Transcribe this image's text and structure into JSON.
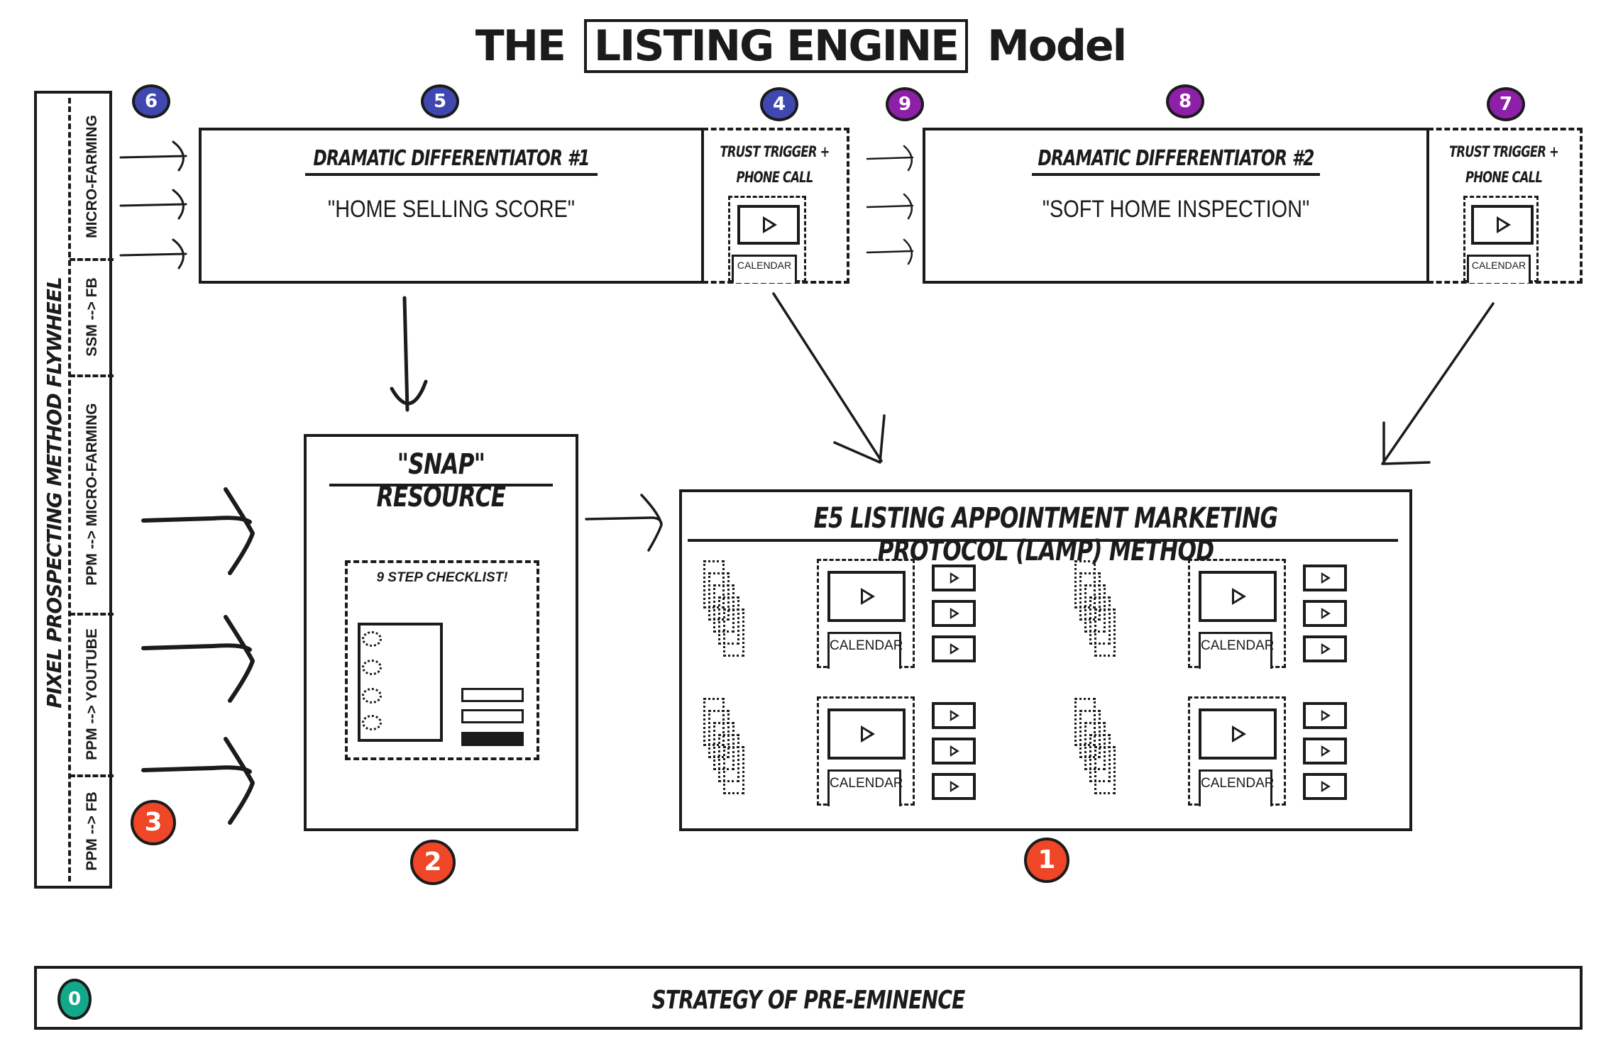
{
  "title": {
    "prefix": "THE",
    "boxed": "LISTING ENGINE",
    "suffix": "Model"
  },
  "colors": {
    "ink": "#1b1b1b",
    "badge_blue": "#3f48b0",
    "badge_purple": "#8e1fa8",
    "badge_red": "#ee4626",
    "badge_green": "#13a88a"
  },
  "flywheel": {
    "title": "PIXEL PROSPECTING METHOD FLYWHEEL",
    "segments": [
      {
        "label": "MICRO-FARMING"
      },
      {
        "label": "SSM --> FB"
      },
      {
        "label": "PPM --> MICRO-FARMING"
      },
      {
        "label": "PPM --> YOUTUBE"
      },
      {
        "label": "PPM --> FB"
      }
    ]
  },
  "badges": {
    "b0": "0",
    "b1": "1",
    "b2": "2",
    "b3": "3",
    "b4": "4",
    "b5": "5",
    "b6": "6",
    "b7": "7",
    "b8": "8",
    "b9": "9"
  },
  "differentiator1": {
    "heading": "DRAMATIC DIFFERENTIATOR #1",
    "body": "\"HOME SELLING SCORE\""
  },
  "differentiator2": {
    "heading": "DRAMATIC DIFFERENTIATOR #2",
    "body": "\"SOFT HOME INSPECTION\""
  },
  "trust1": {
    "line1": "TRUST TRIGGER +",
    "line2": "PHONE CALL",
    "video_icon": "play-icon",
    "calendar_label": "CALENDAR"
  },
  "trust2": {
    "line1": "TRUST TRIGGER +",
    "line2": "PHONE CALL",
    "video_icon": "play-icon",
    "calendar_label": "CALENDAR"
  },
  "snap": {
    "heading": "\"SNAP\" RESOURCE",
    "checklist_title": "9 STEP CHECKLIST!"
  },
  "lamp": {
    "heading": "E5 LISTING APPOINTMENT MARKETING PROTOCOL (LAMP) METHOD",
    "groups": [
      {
        "calendar_label": "CALENDAR"
      },
      {
        "calendar_label": "CALENDAR"
      },
      {
        "calendar_label": "CALENDAR"
      },
      {
        "calendar_label": "CALENDAR"
      }
    ]
  },
  "foundation": {
    "label": "STRATEGY OF PRE-EMINENCE"
  }
}
